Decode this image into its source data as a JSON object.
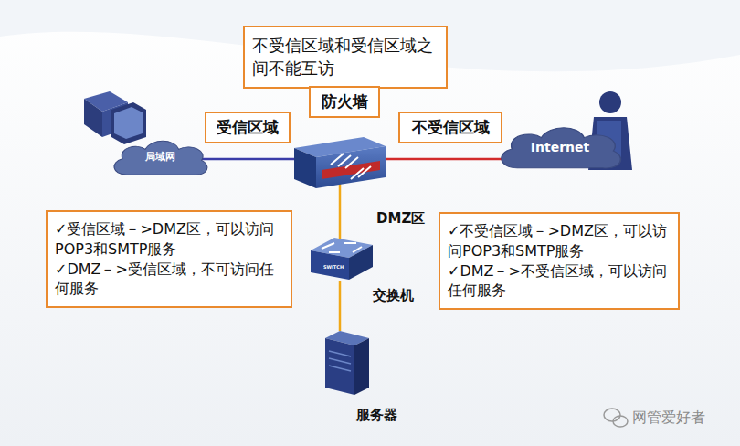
{
  "diagram": {
    "nodes": [
      {
        "text": [
          "不受信区域和受信区域之间不能互访"
        ]
      },
      {
        "text": [
          "防火墙"
        ]
      },
      {
        "text": [
          "受信区域"
        ]
      },
      {
        "text": [
          "不受信区域"
        ]
      },
      {
        "text": [
          "局域网"
        ]
      },
      {
        "text": [
          "Internet"
        ]
      },
      {
        "text": [
          "SWITCH"
        ]
      },
      {
        "text": [
          "✓受信区域－>DMZ区，可以访问POP3和SMTP服务",
          "✓DMZ－>受信区域，不可访问任何服务"
        ]
      },
      {
        "text": [
          "✓不受信区域－>DMZ区，可以访问POP3和SMTP服务",
          "✓DMZ－>不受信区域，可以访问任何服务"
        ]
      }
    ],
    "labels": [
      "DMZ区",
      "交换机",
      "服务器",
      "网管爱好者"
    ]
  }
}
